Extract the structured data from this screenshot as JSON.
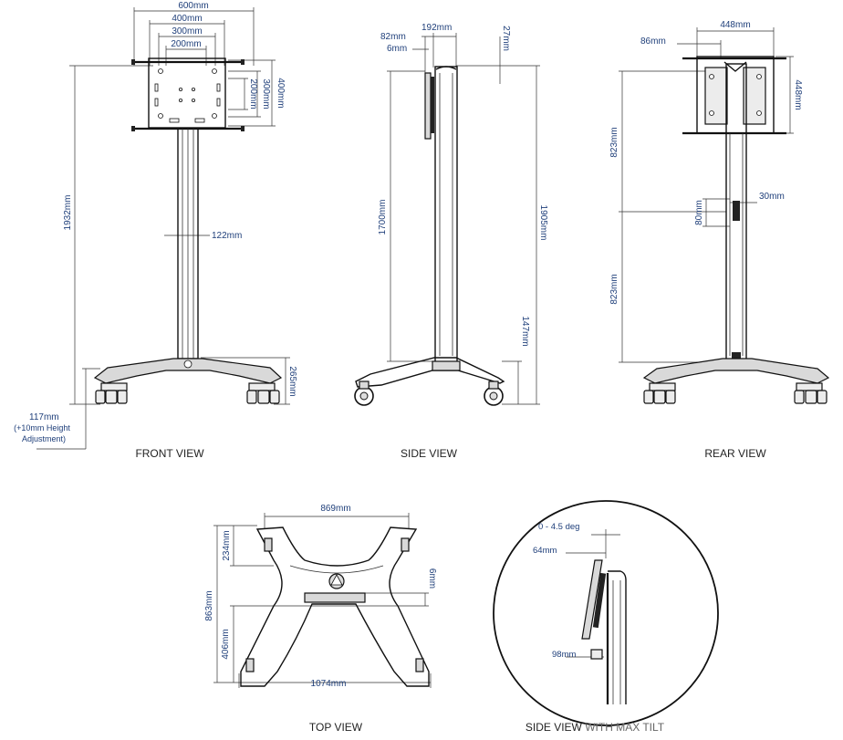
{
  "views": {
    "front": "FRONT VIEW",
    "side": "SIDE VIEW",
    "rear": "REAR VIEW",
    "top": "TOP VIEW",
    "tilt_main": "SIDE VIEW",
    "tilt_suffix": " WITH MAX TILT"
  },
  "front_dims": {
    "w600": "600mm",
    "w400": "400mm",
    "w300": "300mm",
    "w200": "200mm",
    "h400": "400mm",
    "h300": "300mm",
    "h200": "200mm",
    "total_height": "1932mm",
    "column": "122mm",
    "base_height": "265mm",
    "clearance": "117mm",
    "clearance_note_1": "(+10mm Height",
    "clearance_note_2": "Adjustment)"
  },
  "side_dims": {
    "d82": "82mm",
    "d6": "6mm",
    "d192": "192mm",
    "d27": "27mm",
    "d1700": "1700mm",
    "d1905": "1905mm",
    "d147": "147mm"
  },
  "rear_dims": {
    "w448": "448mm",
    "w86": "86mm",
    "h448": "448mm",
    "h823a": "823mm",
    "h80": "80mm",
    "w30": "30mm",
    "h823b": "823mm"
  },
  "top_dims": {
    "w869": "869mm",
    "h234": "234mm",
    "h863": "863mm",
    "h406": "406mm",
    "h6": "6mm",
    "w1074": "1074mm"
  },
  "tilt_dims": {
    "angle": "0 - 4.5 deg",
    "d64": "64mm",
    "d98": "98mm"
  }
}
